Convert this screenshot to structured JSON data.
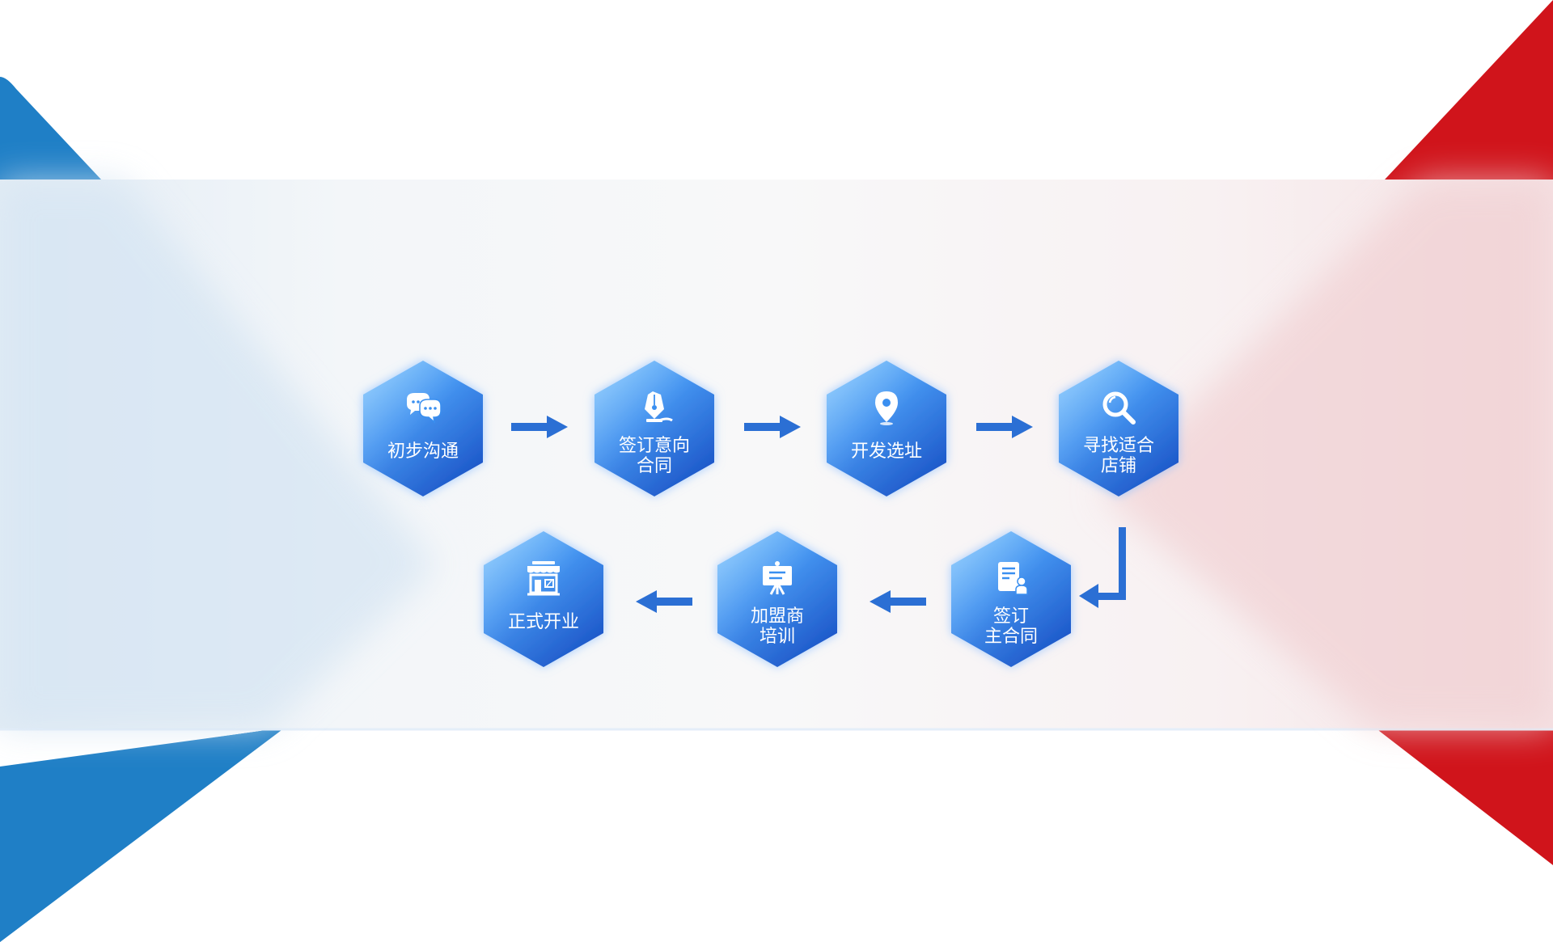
{
  "colors": {
    "accent_blue": "#2b6fd4",
    "hex_light": "#66b8ff",
    "hex_dark": "#1d5fd0",
    "left_band": "#1f7fc6",
    "right_band": "#d0141b",
    "panel": "#f6f7f9"
  },
  "steps": [
    {
      "icon": "chat-bubbles-icon",
      "lines": [
        "初步沟通"
      ]
    },
    {
      "icon": "pen-nib-icon",
      "lines": [
        "签订意向",
        "合同"
      ]
    },
    {
      "icon": "location-pin-icon",
      "lines": [
        "开发选址"
      ]
    },
    {
      "icon": "magnifier-icon",
      "lines": [
        "寻找适合",
        "店铺"
      ]
    },
    {
      "icon": "contract-document-icon",
      "lines": [
        "签订",
        "主合同"
      ]
    },
    {
      "icon": "training-easel-icon",
      "lines": [
        "加盟商",
        "培训"
      ]
    },
    {
      "icon": "storefront-icon",
      "lines": [
        "正式开业"
      ]
    }
  ]
}
